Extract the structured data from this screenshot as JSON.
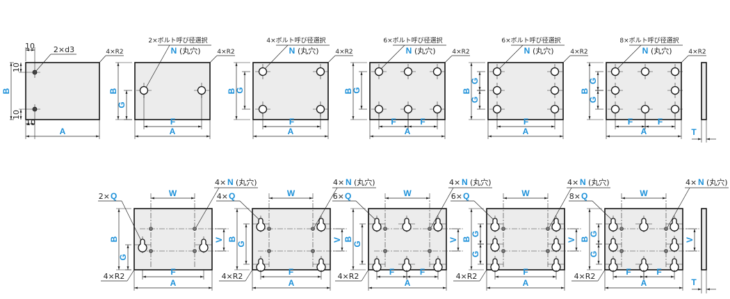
{
  "labels": {
    "A": "A",
    "B": "B",
    "F": "F",
    "G": "G",
    "T": "T",
    "W": "W",
    "V": "V",
    "N": "N",
    "Q": "Q"
  },
  "ten": "10",
  "corner": "4×R2",
  "round_hole": "(丸穴)",
  "top_row": [
    {
      "callout": "2×d3"
    },
    {
      "callout": "2×ボルト呼び径選択"
    },
    {
      "callout": "4×ボルト呼び径選択"
    },
    {
      "callout": "6×ボルト呼び径選択"
    },
    {
      "callout": "6×ボルト呼び径選択"
    },
    {
      "callout": "8×ボルト呼び径選択"
    }
  ],
  "bottom_row": [
    {
      "q_count": "2×",
      "n_count": "4×"
    },
    {
      "q_count": "4×",
      "n_count": "4×"
    },
    {
      "q_count": "6×",
      "n_count": "4×"
    },
    {
      "q_count": "6×",
      "n_count": "4×"
    },
    {
      "q_count": "8×",
      "n_count": "4×"
    }
  ],
  "colors": {
    "accent": "#1a8fd8",
    "plate": "#ececec"
  }
}
